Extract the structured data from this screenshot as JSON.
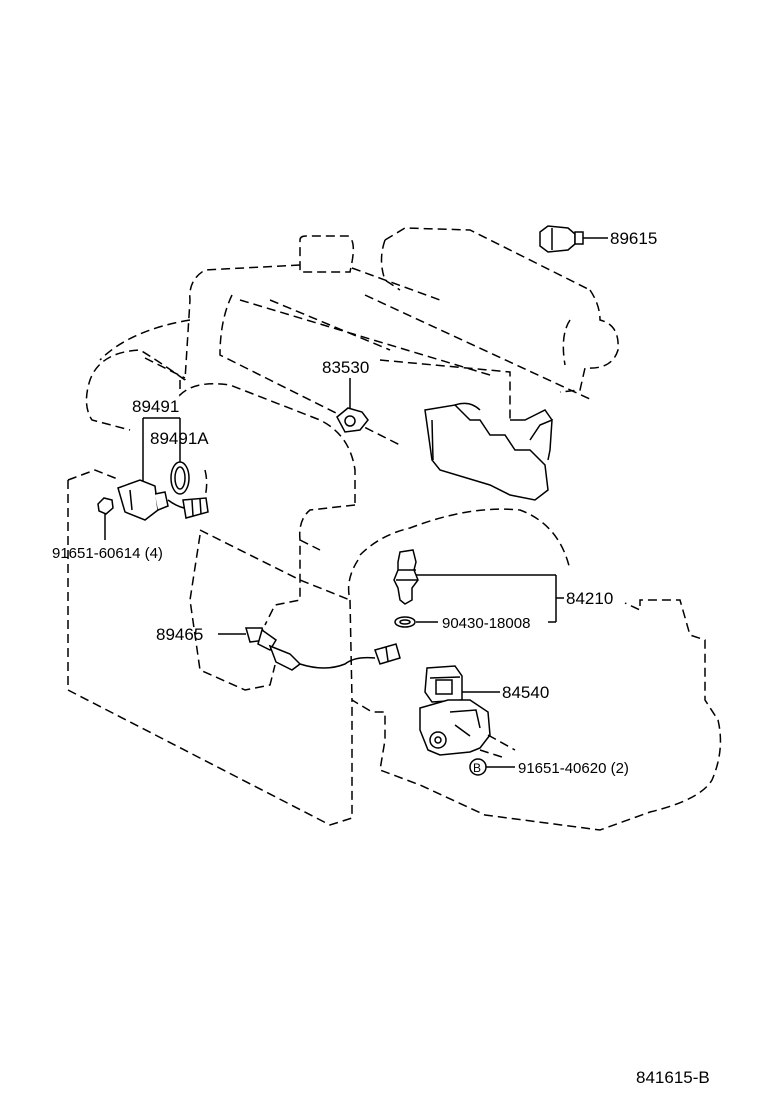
{
  "diagram_id": "841615-B",
  "parts": {
    "p89615": "89615",
    "p83530": "83530",
    "p89491": "89491",
    "p89491A": "89491A",
    "p91651_60614": "91651-60614 (4)",
    "p84210": "84210",
    "p90430_18008": "90430-18008",
    "p89465": "89465",
    "p84540": "84540",
    "p91651_40620": "91651-40620 (2)",
    "marker_b": "B"
  }
}
